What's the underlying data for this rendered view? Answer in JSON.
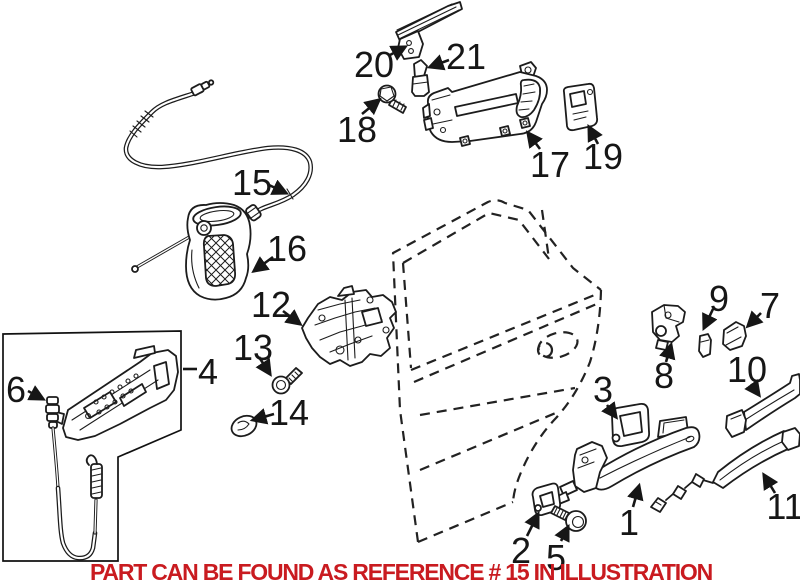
{
  "caption": {
    "text": "PART CAN BE FOUND AS REFERENCE # 15 IN ILLUSTRATION",
    "color": "#c91b20",
    "referenced_part": "15"
  },
  "colors": {
    "background": "#ffffff",
    "line": "#1c1c1c",
    "caption_red": "#c91b20"
  },
  "callouts": [
    {
      "part": 1,
      "label": "1"
    },
    {
      "part": 2,
      "label": "2"
    },
    {
      "part": 3,
      "label": "3"
    },
    {
      "part": 4,
      "label": "4"
    },
    {
      "part": 5,
      "label": "5"
    },
    {
      "part": 6,
      "label": "6"
    },
    {
      "part": 7,
      "label": "7"
    },
    {
      "part": 8,
      "label": "8"
    },
    {
      "part": 9,
      "label": "9"
    },
    {
      "part": 10,
      "label": "10"
    },
    {
      "part": 11,
      "label": "11"
    },
    {
      "part": 12,
      "label": "12"
    },
    {
      "part": 13,
      "label": "13"
    },
    {
      "part": 14,
      "label": "14"
    },
    {
      "part": 15,
      "label": "15"
    },
    {
      "part": 16,
      "label": "16"
    },
    {
      "part": 17,
      "label": "17"
    },
    {
      "part": 18,
      "label": "18"
    },
    {
      "part": 19,
      "label": "19"
    },
    {
      "part": 20,
      "label": "20"
    },
    {
      "part": 21,
      "label": "21"
    }
  ]
}
